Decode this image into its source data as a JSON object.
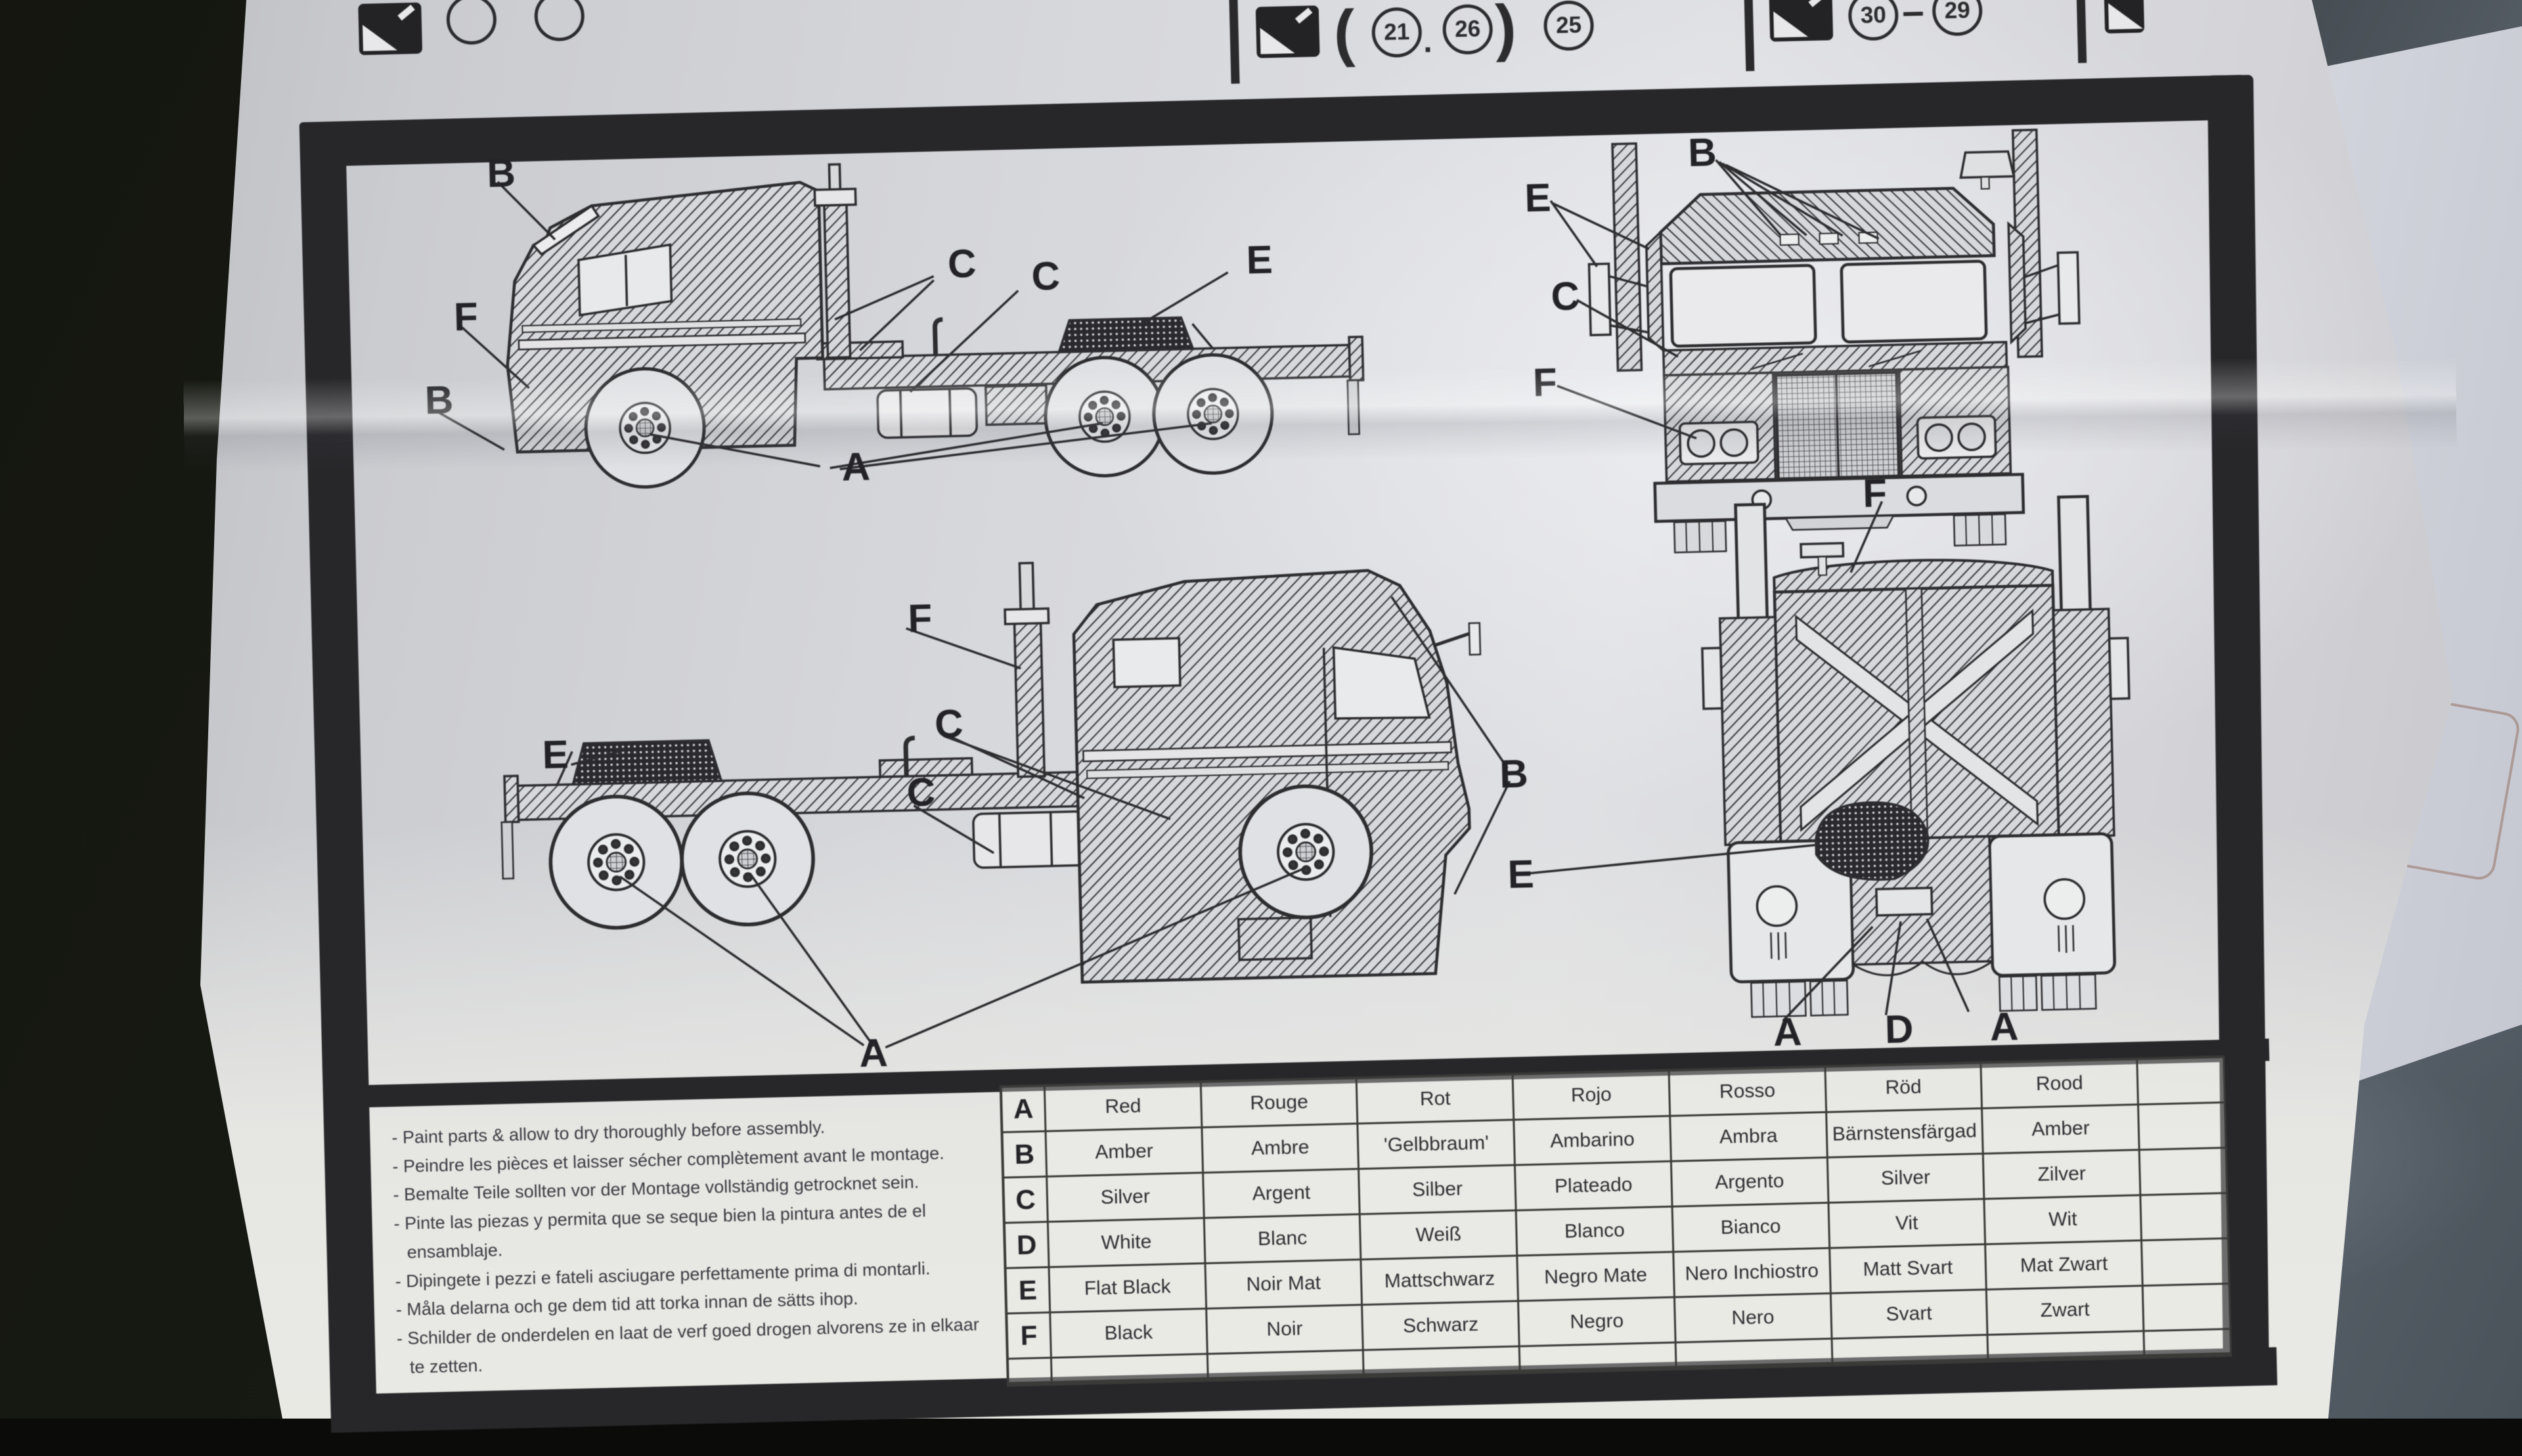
{
  "photo_context": {
    "description_palette": {
      "ink": "#2d2d30",
      "paper": "#d8d9dc",
      "paper_bright": "#e9e9e4",
      "frame_black": "#27272a",
      "background_dark": "#14160f",
      "countertop_grey": "#5b636c",
      "under_sheet_white": "#eef0f5"
    }
  },
  "steps_strip": {
    "partial_left": {
      "icon": "paint-icon"
    },
    "group_1": {
      "icon": "paint-icon",
      "open": "(",
      "step_a": "21",
      "dot": ".",
      "step_b": "26",
      "close": ")",
      "step_c": "25"
    },
    "group_2": {
      "icon": "paint-icon",
      "step_a": "30",
      "dash": "–",
      "step_b": "29"
    },
    "partial_right": {
      "icon": "paint-icon"
    }
  },
  "callouts": {
    "side_top": [
      "B",
      "F",
      "B",
      "C",
      "C",
      "E",
      "A"
    ],
    "front": [
      "B",
      "E",
      "C",
      "F"
    ],
    "side_bottom": [
      "F",
      "C",
      "C",
      "E",
      "B",
      "A"
    ],
    "rear": [
      "F",
      "E",
      "A",
      "D",
      "A"
    ]
  },
  "notes": [
    "Paint parts & allow to dry thoroughly before assembly.",
    "Peindre les pièces et laisser sécher complètement avant le montage.",
    "Bemalte Teile sollten vor der Montage vollständig getrocknet sein.",
    "Pinte las piezas y permita que se seque bien la pintura antes de el ensamblaje.",
    "Dipingete i pezzi e fateli asciugare perfettamente prima di montarli.",
    "Måla delarna och ge dem tid att torka innan de sätts ihop.",
    "Schilder de onderdelen en laat de verf goed drogen alvorens ze in elkaar te zetten."
  ],
  "paint_table": {
    "rows": [
      {
        "code": "A",
        "names": [
          "Red",
          "Rouge",
          "Rot",
          "Rojo",
          "Rosso",
          "Röd",
          "Rood"
        ]
      },
      {
        "code": "B",
        "names": [
          "Amber",
          "Ambre",
          "'Gelbbraum'",
          "Ambarino",
          "Ambra",
          "Bärnstensfärgad",
          "Amber"
        ]
      },
      {
        "code": "C",
        "names": [
          "Silver",
          "Argent",
          "Silber",
          "Plateado",
          "Argento",
          "Silver",
          "Zilver"
        ]
      },
      {
        "code": "D",
        "names": [
          "White",
          "Blanc",
          "Weiß",
          "Blanco",
          "Bianco",
          "Vit",
          "Wit"
        ]
      },
      {
        "code": "E",
        "names": [
          "Flat Black",
          "Noir Mat",
          "Mattschwarz",
          "Negro Mate",
          "Nero Inchiostro",
          "Matt Svart",
          "Mat Zwart"
        ]
      },
      {
        "code": "F",
        "names": [
          "Black",
          "Noir",
          "Schwarz",
          "Negro",
          "Nero",
          "Svart",
          "Zwart"
        ]
      }
    ]
  }
}
